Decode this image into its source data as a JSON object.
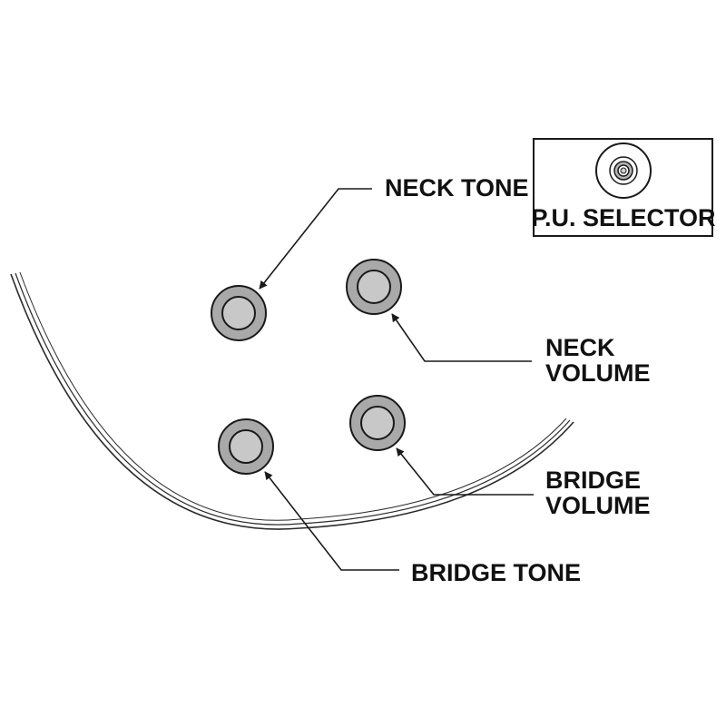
{
  "labels": {
    "neck_tone": "NECK TONE",
    "neck_volume_line1": "NECK",
    "neck_volume_line2": "VOLUME",
    "bridge_volume_line1": "BRIDGE",
    "bridge_volume_line2": "VOLUME",
    "bridge_tone": "BRIDGE TONE",
    "pu_selector": "P.U. SELECTOR"
  },
  "colors": {
    "knob_outer": "#a9a9a9",
    "knob_inner": "#c8c8c8",
    "line": "#1a1a1a",
    "background": "#ffffff"
  },
  "icons": [
    "selector-switch-icon",
    "knob-icon"
  ]
}
